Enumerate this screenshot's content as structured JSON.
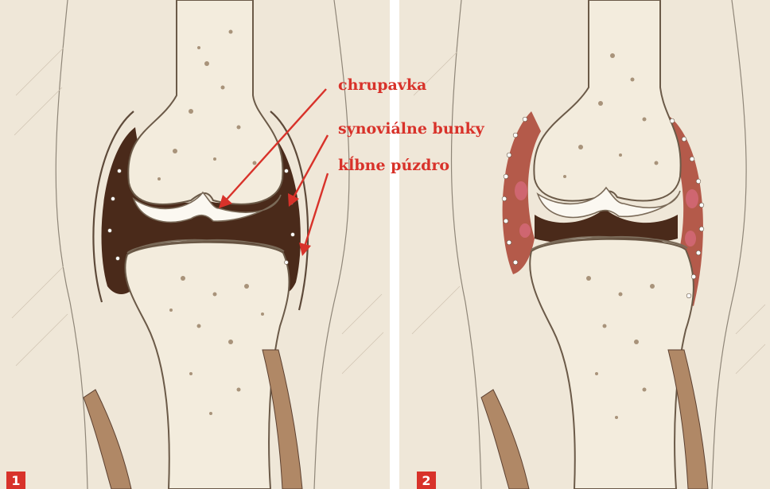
{
  "labels": {
    "cartilage": "chrupavka",
    "synovial_cells": "synoviálne bunky",
    "joint_capsule": "kĺbne púzdro"
  },
  "panels": [
    {
      "number": "1"
    },
    {
      "number": "2"
    }
  ],
  "colors": {
    "label_red": "#d8322a",
    "background": "#efe7d8",
    "bone": "#f3ecdd",
    "joint_space": "#4a2a1a",
    "inflamed_synovium": "#b45a4a"
  }
}
